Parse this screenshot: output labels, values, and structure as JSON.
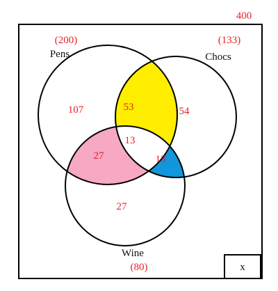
{
  "universe_total": "400",
  "sets": {
    "pens": {
      "label": "Pens",
      "count": "(200)"
    },
    "chocs": {
      "label": "Chocs",
      "count": "(133)"
    },
    "wine": {
      "label": "Wine",
      "count": "(80)"
    }
  },
  "regions": {
    "pens_only": "107",
    "chocs_only": "54",
    "wine_only": "27",
    "pens_chocs_only": "53",
    "pens_wine_only": "27",
    "chocs_wine_only": "13",
    "all_three": "13"
  },
  "outside_label": "x",
  "colors": {
    "pens_chocs": "#ffee00",
    "pens_wine": "#f7a8c2",
    "chocs_wine": "#1296dc",
    "numbers": "#e8202a",
    "lines": "#000000"
  }
}
